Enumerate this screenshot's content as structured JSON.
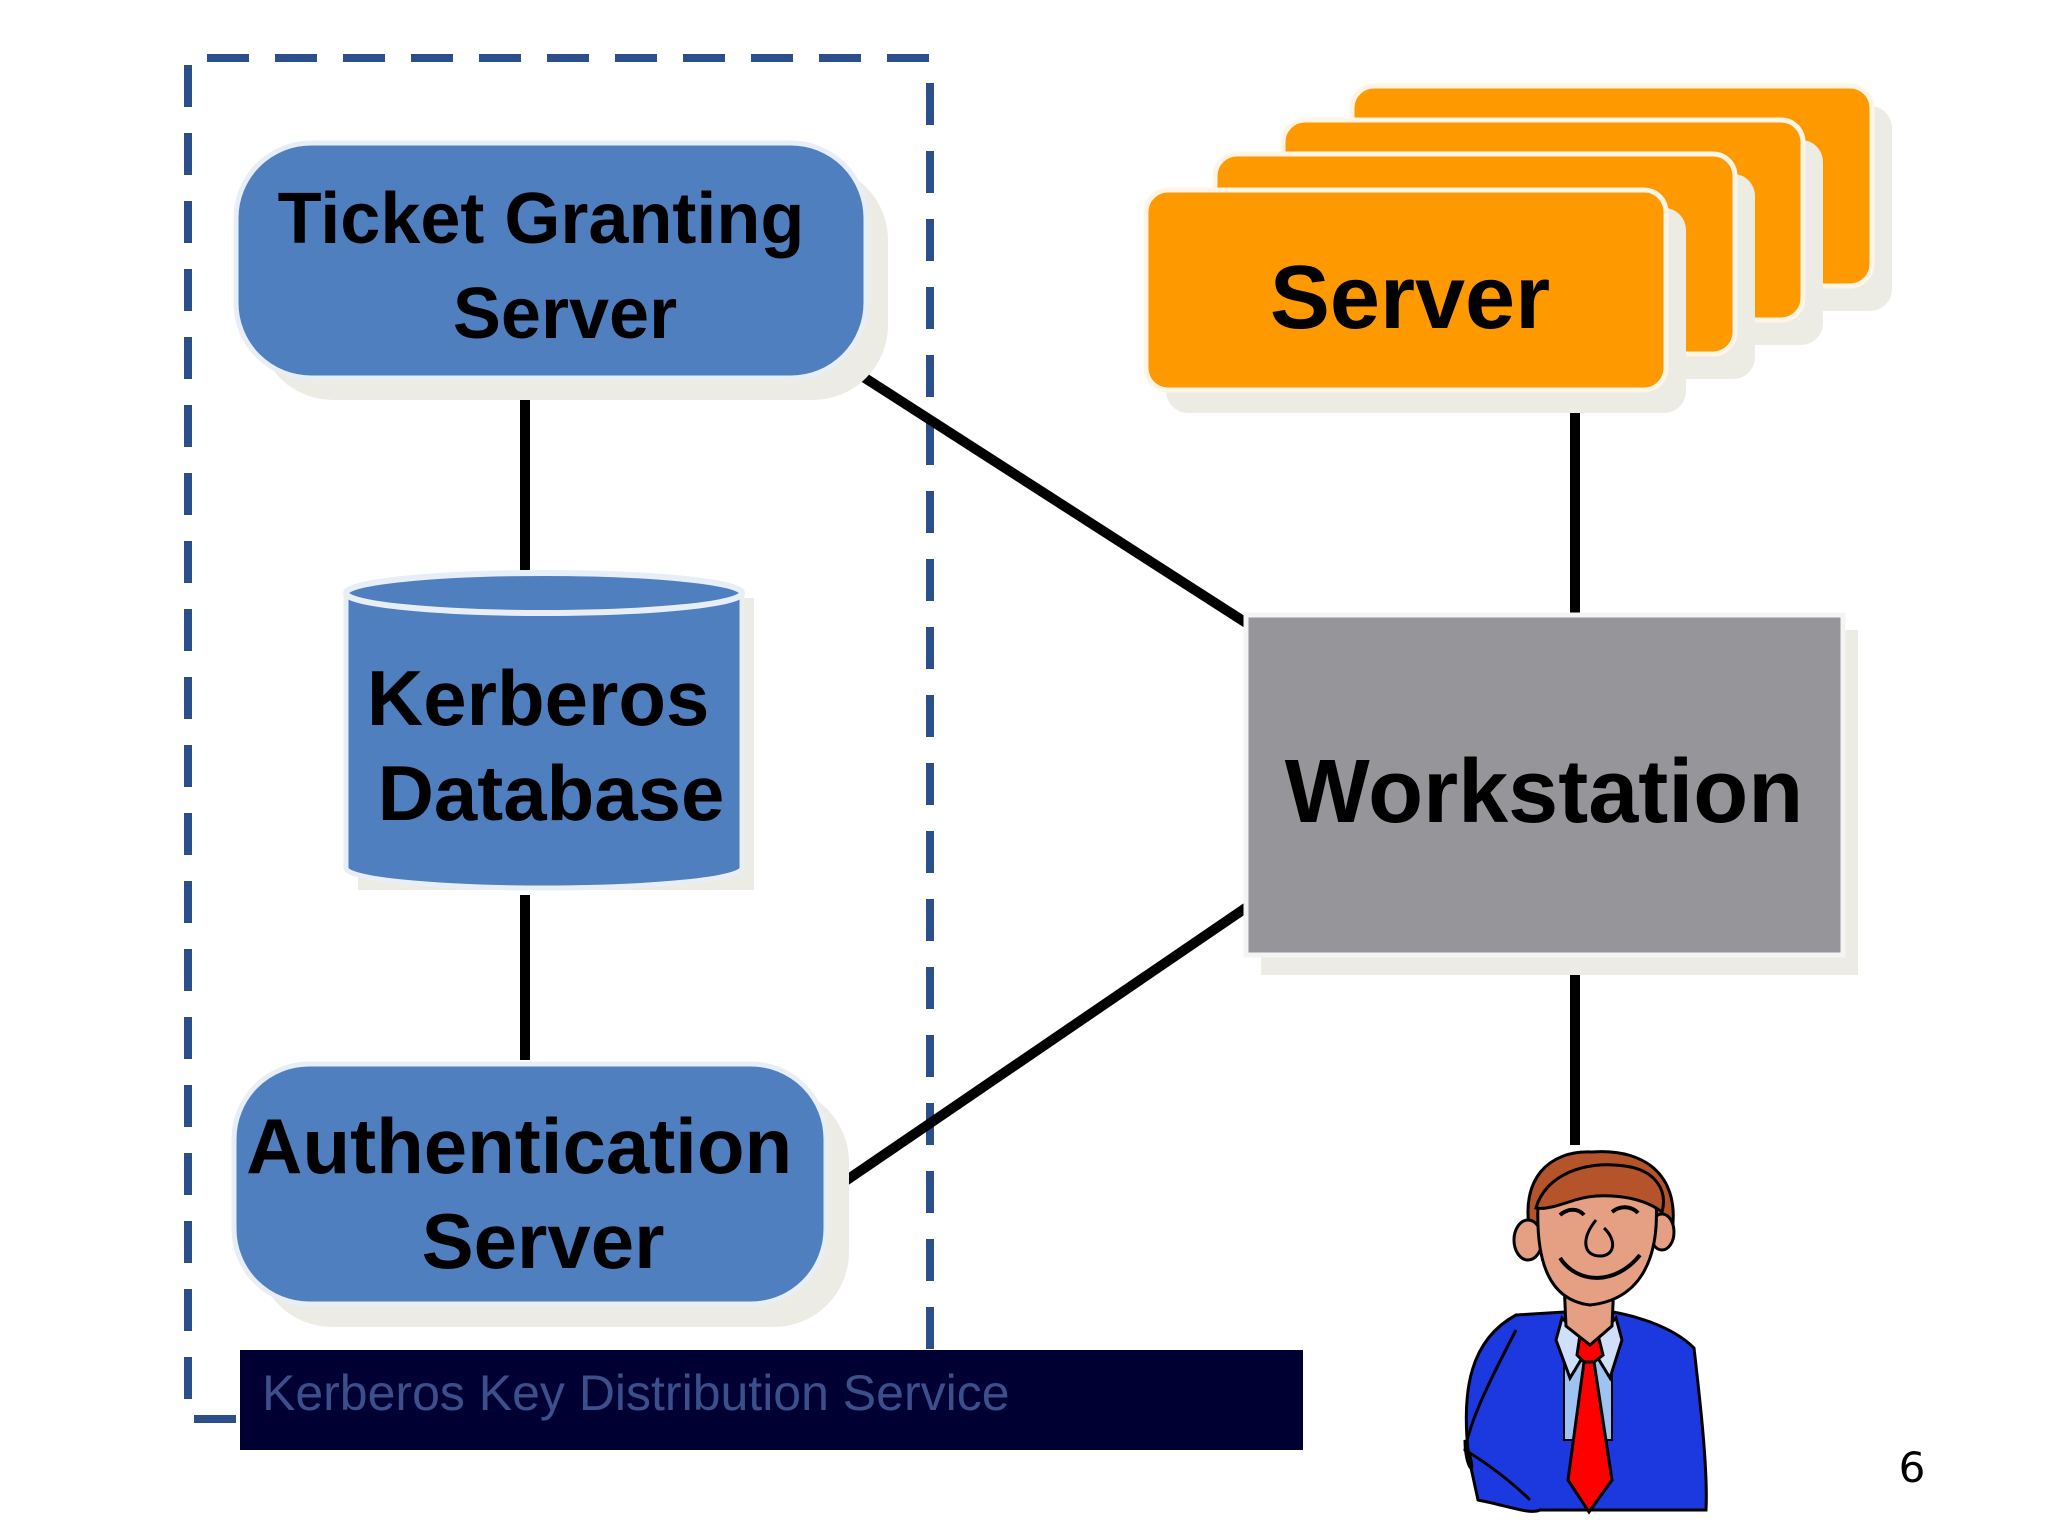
{
  "slide": {
    "page_number": "6",
    "kdc_label": "Kerberos Key Distribution Service",
    "tgs": {
      "line1": "Ticket Granting",
      "line2": "Server"
    },
    "database": {
      "line1": "Kerberos",
      "line2": "Database"
    },
    "auth": {
      "line1": "Authentication",
      "line2": "Server"
    },
    "server": {
      "label": "Server"
    },
    "workstation": {
      "label": "Workstation"
    }
  },
  "colors": {
    "blue_box": "#4f7fbf",
    "orange_box": "#ff9900",
    "gray_box": "#969599",
    "dashed_border": "#2a4f8a",
    "kdc_bar": "#000033",
    "kdc_text": "#3b4f8a",
    "shadow": "#ecebe4"
  },
  "icons": {
    "user": "businessman-cartoon-icon"
  }
}
